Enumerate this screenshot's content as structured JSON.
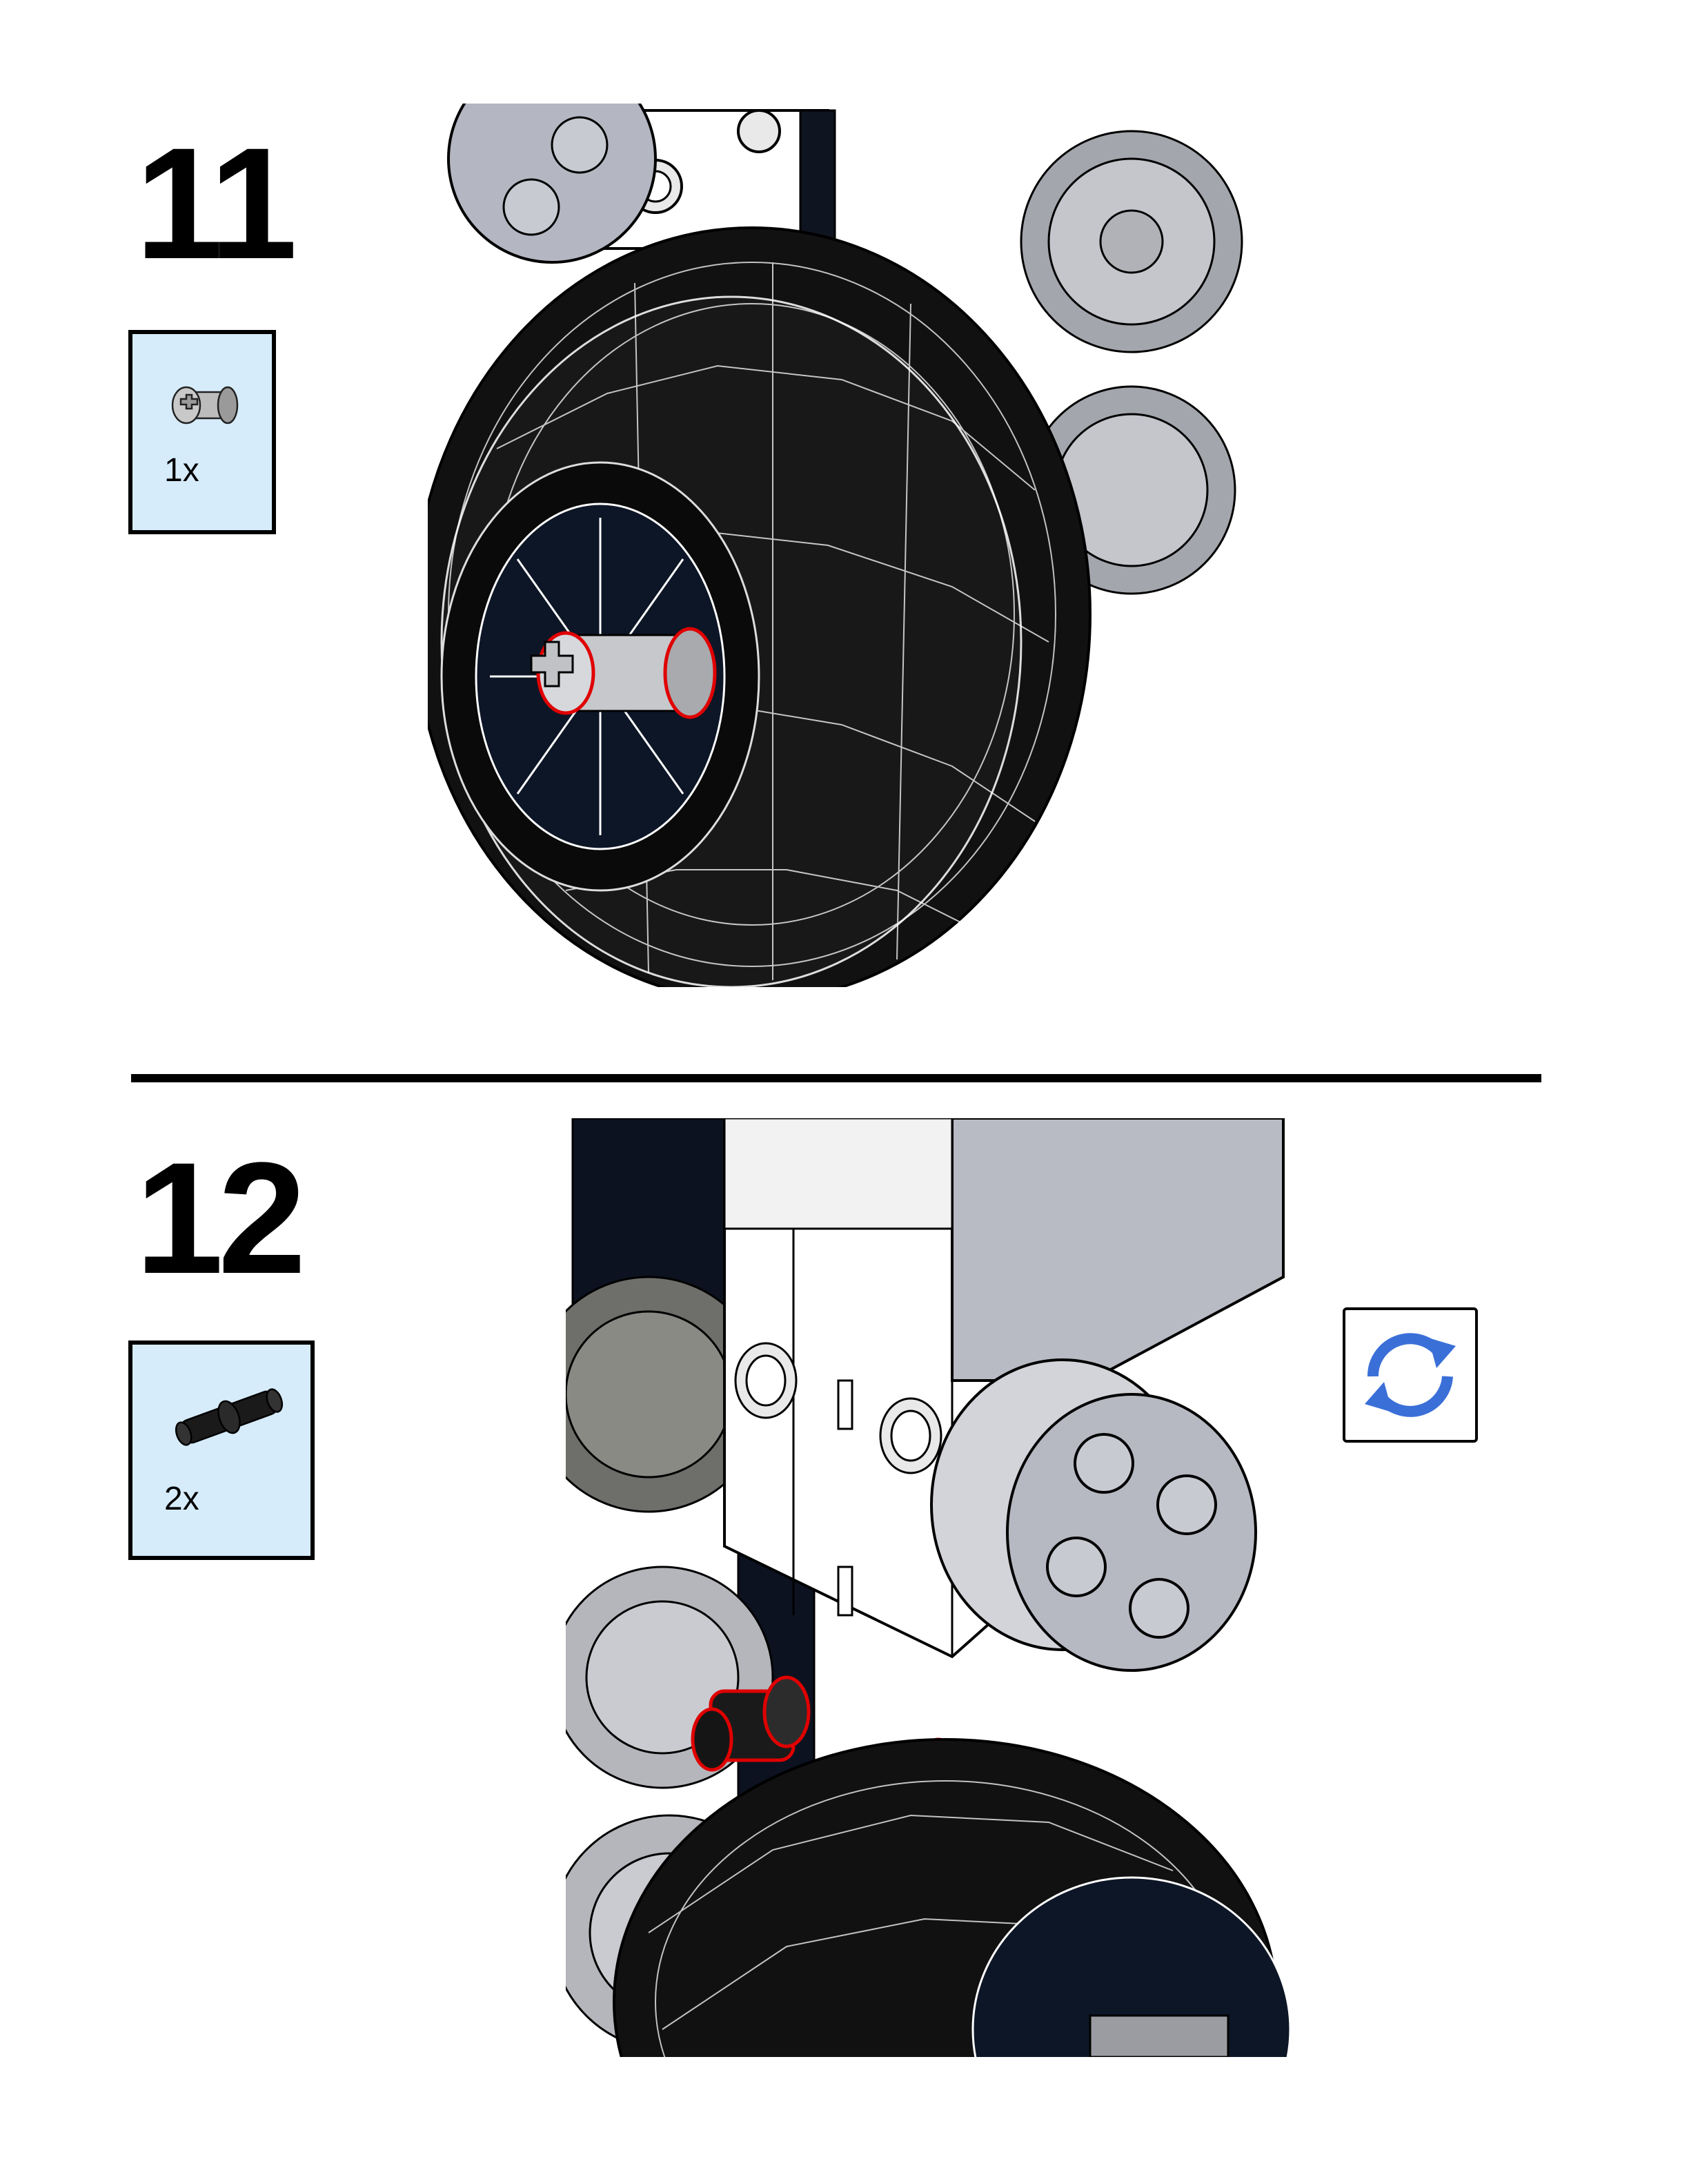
{
  "steps": [
    {
      "number": "11",
      "parts": [
        {
          "part": "axle-pin",
          "qty": "1x"
        }
      ]
    },
    {
      "number": "12",
      "parts": [
        {
          "part": "friction-pin-black",
          "qty": "2x"
        }
      ]
    }
  ],
  "icons": {
    "rotate": "rotate-model-icon"
  },
  "colors": {
    "parts_bg": "#d6ecfb",
    "highlight": "#e00000",
    "rotate_icon": "#3a6fd8"
  }
}
